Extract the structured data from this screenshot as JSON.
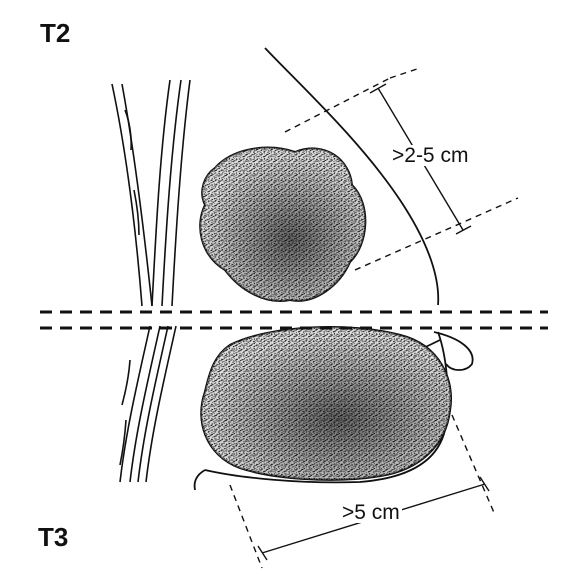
{
  "labels": {
    "upper_stage": "T2",
    "lower_stage": "T3",
    "upper_measure": ">2-5 cm",
    "lower_measure": ">5 cm"
  },
  "colors": {
    "ink": "#111111",
    "tumor_texture": "#1f1f1f",
    "background": "#ffffff"
  }
}
